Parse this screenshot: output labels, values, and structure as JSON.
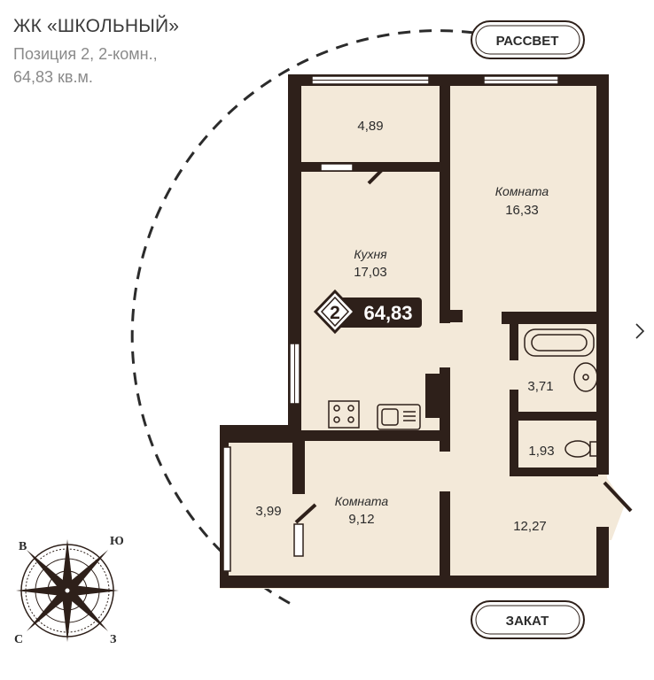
{
  "header": {
    "title": "ЖК «ШКОЛЬНЫЙ»",
    "line1": "Позиция 2, 2-комн.,",
    "line2": "64,83 кв.м."
  },
  "labels": {
    "sunrise": "РАССВЕТ",
    "sunset": "ЗАКАТ"
  },
  "badge": {
    "rooms": "2",
    "area": "64,83"
  },
  "rooms": {
    "balcony_top": {
      "area": "4,89"
    },
    "kitchen": {
      "label": "Кухня",
      "area": "17,03"
    },
    "room_big": {
      "label": "Комната",
      "area": "16,33"
    },
    "bathroom": {
      "area": "3,71"
    },
    "toilet": {
      "area": "1,93"
    },
    "balcony_left": {
      "area": "3,99"
    },
    "room_small": {
      "label": "Комната",
      "area": "9,12"
    },
    "hall": {
      "area": "12,27"
    }
  },
  "compass": {
    "n": "В",
    "e": "Ю",
    "s": "З",
    "w": "С"
  },
  "colors": {
    "wall": "#2e201a",
    "floor": "#f3e9d9",
    "dash": "#2b2b2b"
  },
  "icons": {
    "next": "chevron-right-icon"
  }
}
